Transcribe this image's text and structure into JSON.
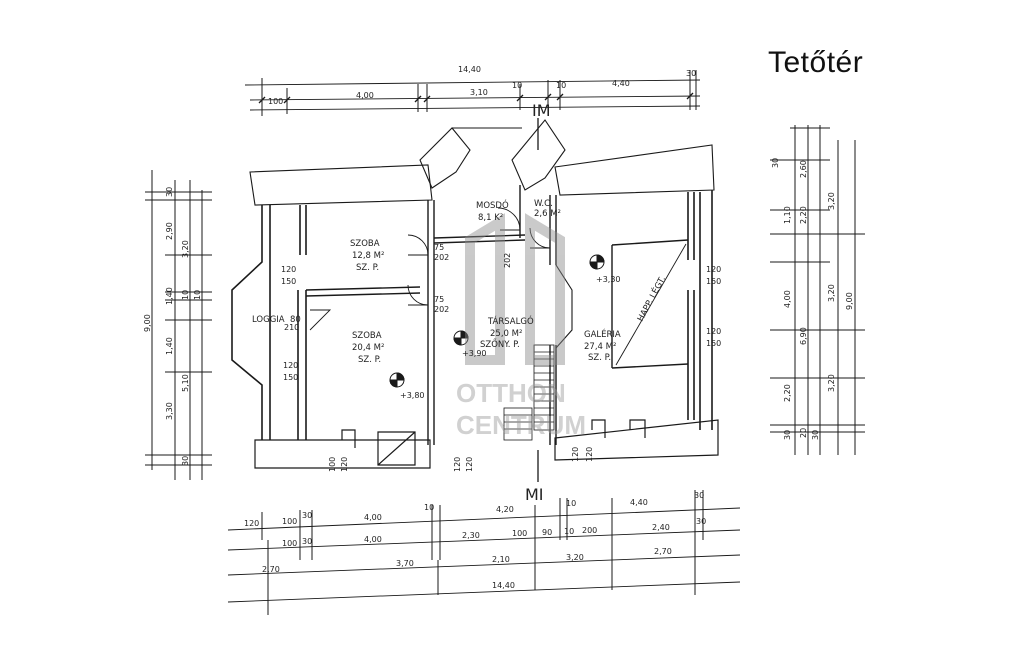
{
  "title": "Tetőtér",
  "section_marks": {
    "top": "IM",
    "bottom": "MI"
  },
  "watermark": {
    "line1": "OTTHON",
    "line2": "CENTRUM"
  },
  "rooms": [
    {
      "name": "SZOBA",
      "area": "12,8 M²",
      "floor": "SZ. P."
    },
    {
      "name": "MOSDÓ",
      "area": "8,1 K²"
    },
    {
      "name": "W.C.",
      "area": "2,6 M²"
    },
    {
      "name": "LOGGIA",
      "area": "80"
    },
    {
      "name": "SZOBA",
      "area": "20,4 M²",
      "floor": "SZ. P."
    },
    {
      "name": "TÁRSALGÓ",
      "area": "25,0 M²",
      "floor": "SZŐNY. P."
    },
    {
      "name": "GALÉRIA",
      "area": "27,4 M²",
      "floor": "SZ. P."
    },
    {
      "name": "HAPP. LÉGT."
    }
  ],
  "levels": [
    "+3,80",
    "+3,90",
    "+3,30"
  ],
  "dimensions": {
    "top_total": "14,40",
    "top_segments": [
      "100",
      "4,00",
      "3,10",
      "10",
      "10",
      "4,40",
      "30"
    ],
    "left_segments": [
      "30",
      "2,90",
      "3,20",
      "1,40",
      "10",
      "10",
      "1,40",
      "5,10",
      "3,30",
      "30"
    ],
    "left_total": "9,00",
    "right_segments": [
      "30",
      "2,60",
      "1,10",
      "2,20",
      "4,00",
      "6,90",
      "2,20",
      "30",
      "20",
      "30"
    ],
    "right_totals": [
      "3,20",
      "3,20",
      "3,20",
      "9,00"
    ],
    "bottom_row1": [
      "120",
      "100",
      "30",
      "4,00",
      "10",
      "4,20",
      "10",
      "4,40",
      "30"
    ],
    "bottom_row2": [
      "100",
      "30",
      "4,00",
      "2,30",
      "100",
      "90",
      "10",
      "200",
      "2,40",
      "30"
    ],
    "bottom_row3": [
      "2,70",
      "3,70",
      "2,10",
      "3,20",
      "2,70"
    ],
    "bottom_total": "14,40",
    "openings": [
      "120",
      "150",
      "120",
      "150",
      "120",
      "150",
      "120",
      "150",
      "75",
      "202",
      "75",
      "202",
      "210",
      "202",
      "100",
      "120",
      "120",
      "120",
      "120",
      "120"
    ]
  }
}
